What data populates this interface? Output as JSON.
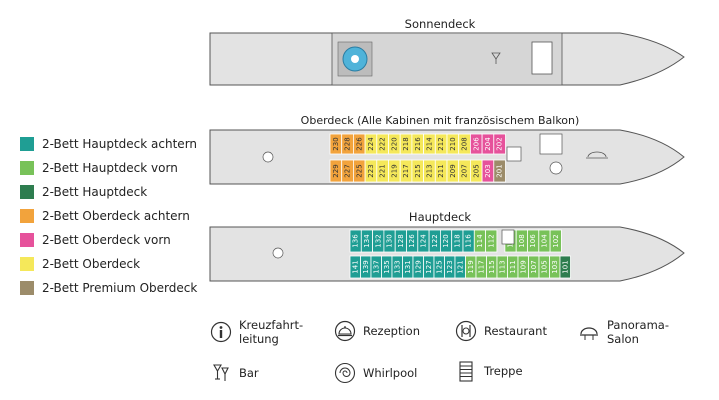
{
  "decks": {
    "sonnendeck": "Sonnendeck",
    "oberdeck": "Oberdeck (Alle Kabinen mit französischem Balkon)",
    "hauptdeck": "Hauptdeck"
  },
  "legend": [
    {
      "label": "2-Bett Hauptdeck achtern",
      "color": "#1f9e94"
    },
    {
      "label": "2-Bett Hauptdeck vorn",
      "color": "#78c259"
    },
    {
      "label": "2-Bett Hauptdeck",
      "color": "#2e7d4f"
    },
    {
      "label": "2-Bett Oberdeck achtern",
      "color": "#f2a33c"
    },
    {
      "label": "2-Bett Oberdeck vorn",
      "color": "#e6529b"
    },
    {
      "label": "2-Bett Oberdeck",
      "color": "#f5e85a"
    },
    {
      "label": "2-Bett Premium Oberdeck",
      "color": "#9c8c6a"
    }
  ],
  "keys": {
    "kreuzfahrtleitung": {
      "line1": "Kreuzfahrt-",
      "line2": "leitung"
    },
    "rezeption": "Rezeption",
    "restaurant": "Restaurant",
    "panorama": {
      "line1": "Panorama-",
      "line2": "Salon"
    },
    "bar": "Bar",
    "whirlpool": "Whirlpool",
    "treppe": "Treppe"
  },
  "cabins": {
    "oberdeck_top": [
      {
        "n": "230",
        "c": "orange"
      },
      {
        "n": "228",
        "c": "orange"
      },
      {
        "n": "226",
        "c": "orange"
      },
      {
        "n": "224",
        "c": "yellow"
      },
      {
        "n": "222",
        "c": "yellow"
      },
      {
        "n": "220",
        "c": "yellow"
      },
      {
        "n": "218",
        "c": "yellow"
      },
      {
        "n": "216",
        "c": "yellow"
      },
      {
        "n": "214",
        "c": "yellow"
      },
      {
        "n": "212",
        "c": "yellow"
      },
      {
        "n": "210",
        "c": "yellow"
      },
      {
        "n": "208",
        "c": "yellow"
      },
      {
        "n": "206",
        "c": "pink"
      },
      {
        "n": "204",
        "c": "pink"
      },
      {
        "n": "202",
        "c": "pink"
      }
    ],
    "oberdeck_bottom": [
      {
        "n": "229",
        "c": "orange"
      },
      {
        "n": "227",
        "c": "orange"
      },
      {
        "n": "225",
        "c": "orange"
      },
      {
        "n": "223",
        "c": "yellow"
      },
      {
        "n": "221",
        "c": "yellow"
      },
      {
        "n": "219",
        "c": "yellow"
      },
      {
        "n": "217",
        "c": "yellow"
      },
      {
        "n": "215",
        "c": "yellow"
      },
      {
        "n": "213",
        "c": "yellow"
      },
      {
        "n": "211",
        "c": "yellow"
      },
      {
        "n": "209",
        "c": "yellow"
      },
      {
        "n": "207",
        "c": "yellow"
      },
      {
        "n": "205",
        "c": "yellow"
      },
      {
        "n": "203",
        "c": "pink"
      },
      {
        "n": "201",
        "c": "premium"
      }
    ],
    "hauptdeck_top": [
      {
        "n": "136",
        "c": "teal"
      },
      {
        "n": "134",
        "c": "teal"
      },
      {
        "n": "132",
        "c": "teal"
      },
      {
        "n": "130",
        "c": "teal"
      },
      {
        "n": "128",
        "c": "teal"
      },
      {
        "n": "126",
        "c": "teal"
      },
      {
        "n": "124",
        "c": "teal"
      },
      {
        "n": "122",
        "c": "teal"
      },
      {
        "n": "120",
        "c": "teal"
      },
      {
        "n": "118",
        "c": "teal"
      },
      {
        "n": "116",
        "c": "teal"
      },
      {
        "n": "114",
        "c": "lgreen"
      },
      {
        "n": "112",
        "c": "lgreen"
      },
      {
        "n": "110",
        "c": "lgreen"
      },
      {
        "n": "108",
        "c": "lgreen"
      },
      {
        "n": "106",
        "c": "lgreen"
      },
      {
        "n": "104",
        "c": "lgreen"
      },
      {
        "n": "102",
        "c": "lgreen"
      }
    ],
    "hauptdeck_bottom": [
      {
        "n": "141",
        "c": "teal"
      },
      {
        "n": "139",
        "c": "teal"
      },
      {
        "n": "137",
        "c": "teal"
      },
      {
        "n": "135",
        "c": "teal"
      },
      {
        "n": "133",
        "c": "teal"
      },
      {
        "n": "131",
        "c": "teal"
      },
      {
        "n": "129",
        "c": "teal"
      },
      {
        "n": "127",
        "c": "teal"
      },
      {
        "n": "125",
        "c": "teal"
      },
      {
        "n": "123",
        "c": "teal"
      },
      {
        "n": "121",
        "c": "teal"
      },
      {
        "n": "119",
        "c": "lgreen"
      },
      {
        "n": "117",
        "c": "lgreen"
      },
      {
        "n": "115",
        "c": "lgreen"
      },
      {
        "n": "113",
        "c": "lgreen"
      },
      {
        "n": "111",
        "c": "lgreen"
      },
      {
        "n": "109",
        "c": "lgreen"
      },
      {
        "n": "107",
        "c": "lgreen"
      },
      {
        "n": "105",
        "c": "lgreen"
      },
      {
        "n": "103",
        "c": "lgreen"
      },
      {
        "n": "101",
        "c": "dgreen"
      }
    ]
  },
  "colors": {
    "teal": "#1f9e94",
    "lgreen": "#78c259",
    "dgreen": "#2e7d4f",
    "orange": "#f2a33c",
    "pink": "#e6529b",
    "yellow": "#f5e85a",
    "premium": "#9c8c6a",
    "hull": "#e3e3e3",
    "hull_stroke": "#555555"
  }
}
